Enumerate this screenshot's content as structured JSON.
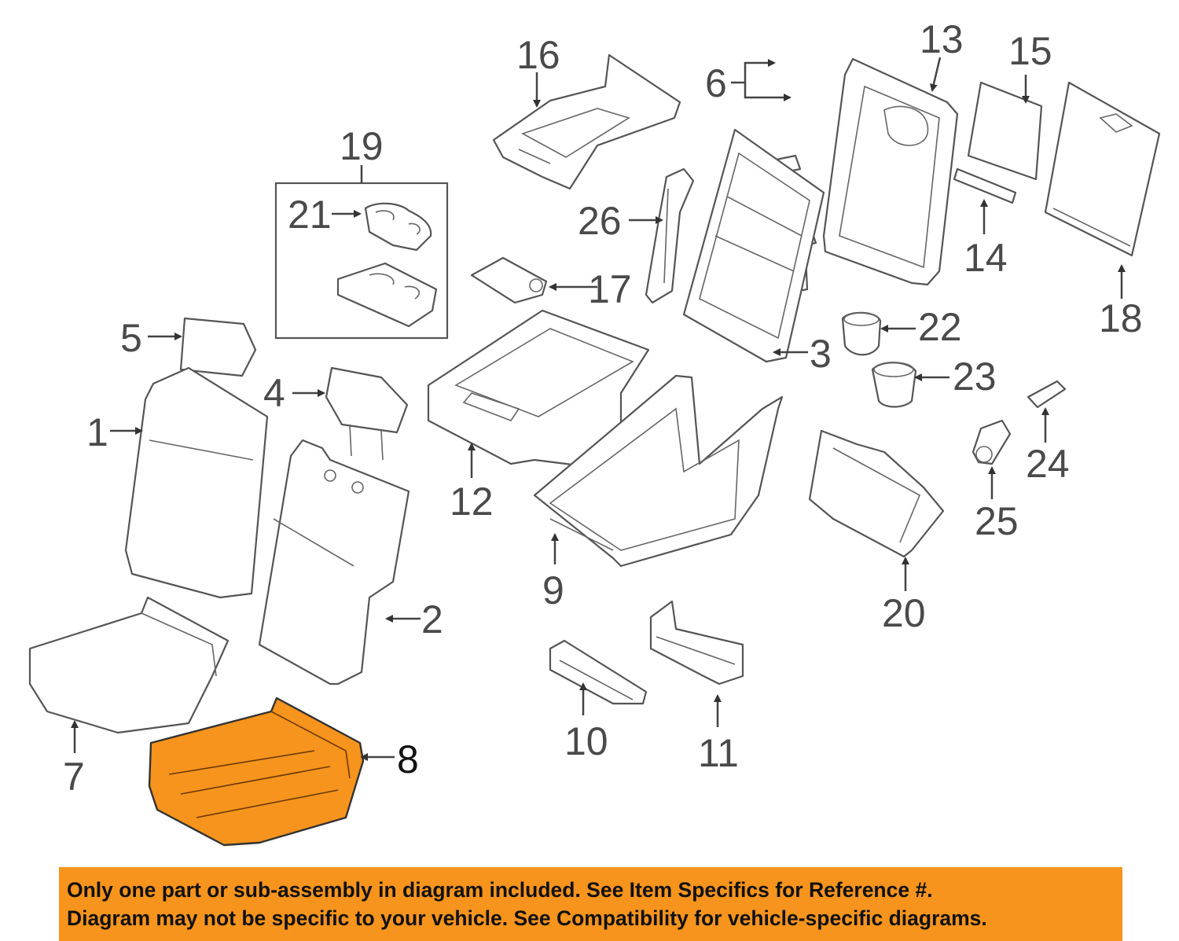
{
  "diagram": {
    "highlight_color": "#f7941d",
    "line_color": "#555555",
    "highlighted_part": "8",
    "callouts": [
      "1",
      "2",
      "3",
      "4",
      "5",
      "6",
      "7",
      "8",
      "9",
      "10",
      "11",
      "12",
      "13",
      "14",
      "15",
      "16",
      "17",
      "18",
      "19",
      "20",
      "21",
      "22",
      "23",
      "24",
      "25",
      "26"
    ]
  },
  "banner": {
    "background": "#f7941d",
    "line1": "Only one part or sub-assembly in diagram included. See Item Specifics for Reference #.",
    "line2": "Diagram may not be specific to your vehicle. See Compatibility for vehicle-specific diagrams."
  }
}
